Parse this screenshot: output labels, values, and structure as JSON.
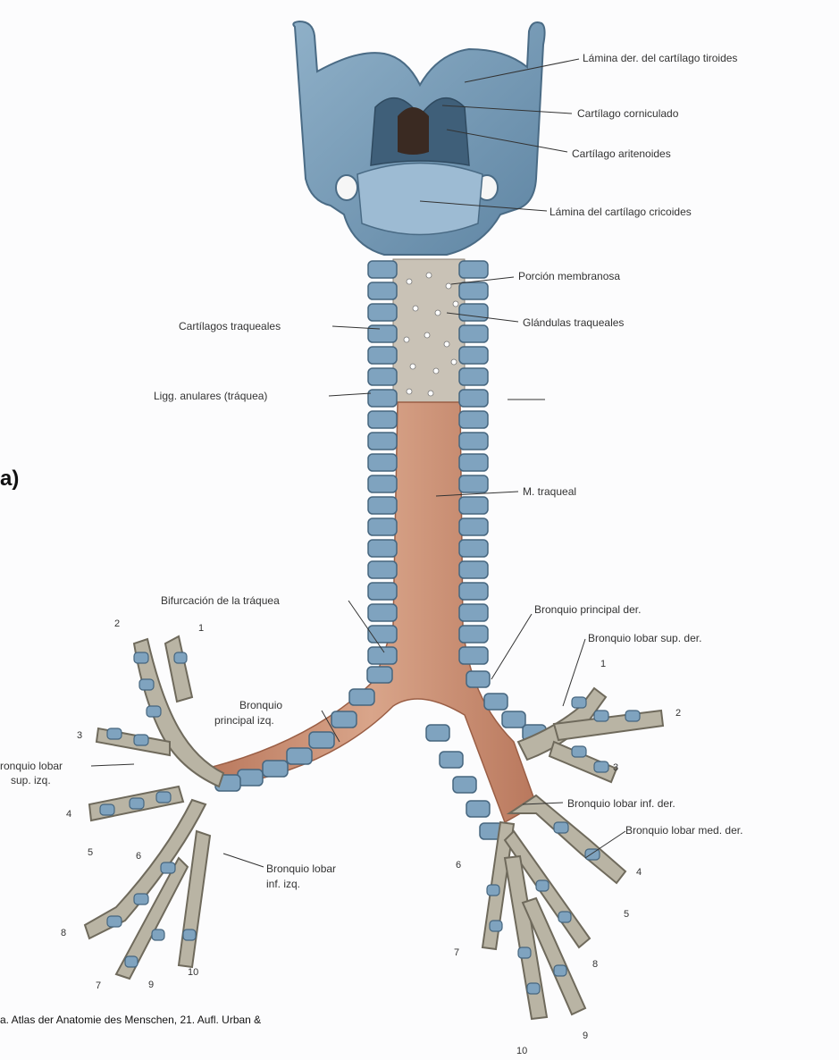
{
  "panel_letter": "a)",
  "credit": "a. Atlas der Anatomie des Menschen, 21. Aufl. Urban &",
  "labels": {
    "lamina_der_tiroides": "Lámina der. del cartílago tiroides",
    "cartilago_corniculado": "Cartílago corniculado",
    "cartilago_aritenoides": "Cartílago aritenoides",
    "lamina_cricoides": "Lámina del cartílago cricoides",
    "porcion_membranosa": "Porción membranosa",
    "glandulas_traqueales": "Glándulas traqueales",
    "cartilagos_traqueales": "Cartílagos traqueales",
    "ligg_anulares": "Ligg. anulares (tráquea)",
    "m_traqueal": "M. traqueal",
    "bifurcacion": "Bifurcación de la tráquea",
    "bronquio_principal_der": "Bronquio principal der.",
    "bronquio_lobar_sup_der": "Bronquio lobar sup. der.",
    "bronquio_principal_izq_1": "Bronquio",
    "bronquio_principal_izq_2": "principal izq.",
    "bronquio_lobar_sup_izq_1": "ronquio lobar",
    "bronquio_lobar_sup_izq_2": "sup. izq.",
    "bronquio_lobar_inf_der": "Bronquio lobar inf. der.",
    "bronquio_lobar_med_der": "Bronquio lobar med. der.",
    "bronquio_lobar_inf_izq_1": "Bronquio lobar",
    "bronquio_lobar_inf_izq_2": "inf. izq."
  },
  "segment_numbers": {
    "left": [
      "2",
      "1",
      "3",
      "4",
      "5",
      "6",
      "8",
      "7",
      "9",
      "10"
    ],
    "right": [
      "1",
      "2",
      "3",
      "4",
      "5",
      "6",
      "7",
      "8",
      "9",
      "10"
    ]
  }
}
